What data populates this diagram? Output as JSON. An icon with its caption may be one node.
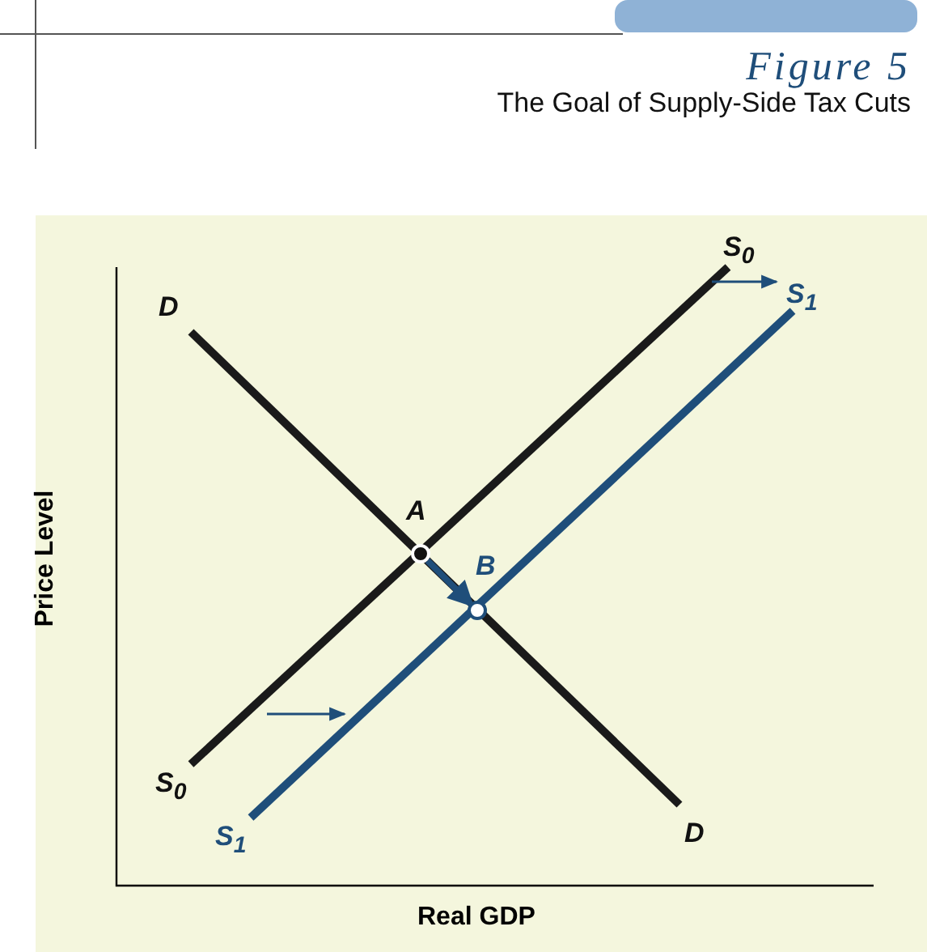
{
  "diagram": {
    "title": "Figure 5",
    "caption": "The Goal of Supply-Side Tax Cuts",
    "nodes": [
      {
        "text": [],
        "shape": "circle",
        "beside": [
          "A"
        ]
      },
      {
        "text": [],
        "shape": "circle",
        "beside": [
          "B"
        ]
      }
    ],
    "edges": [
      {
        "from": 0,
        "to": 1,
        "arrow": "to",
        "color": "#1f4e7a"
      }
    ],
    "labels": [
      "S$_{0}$",
      "D",
      "S$_{1}$",
      "Price Level",
      "S$_{0}$",
      "S$_{1}$",
      "D",
      "Real GDP"
    ]
  }
}
